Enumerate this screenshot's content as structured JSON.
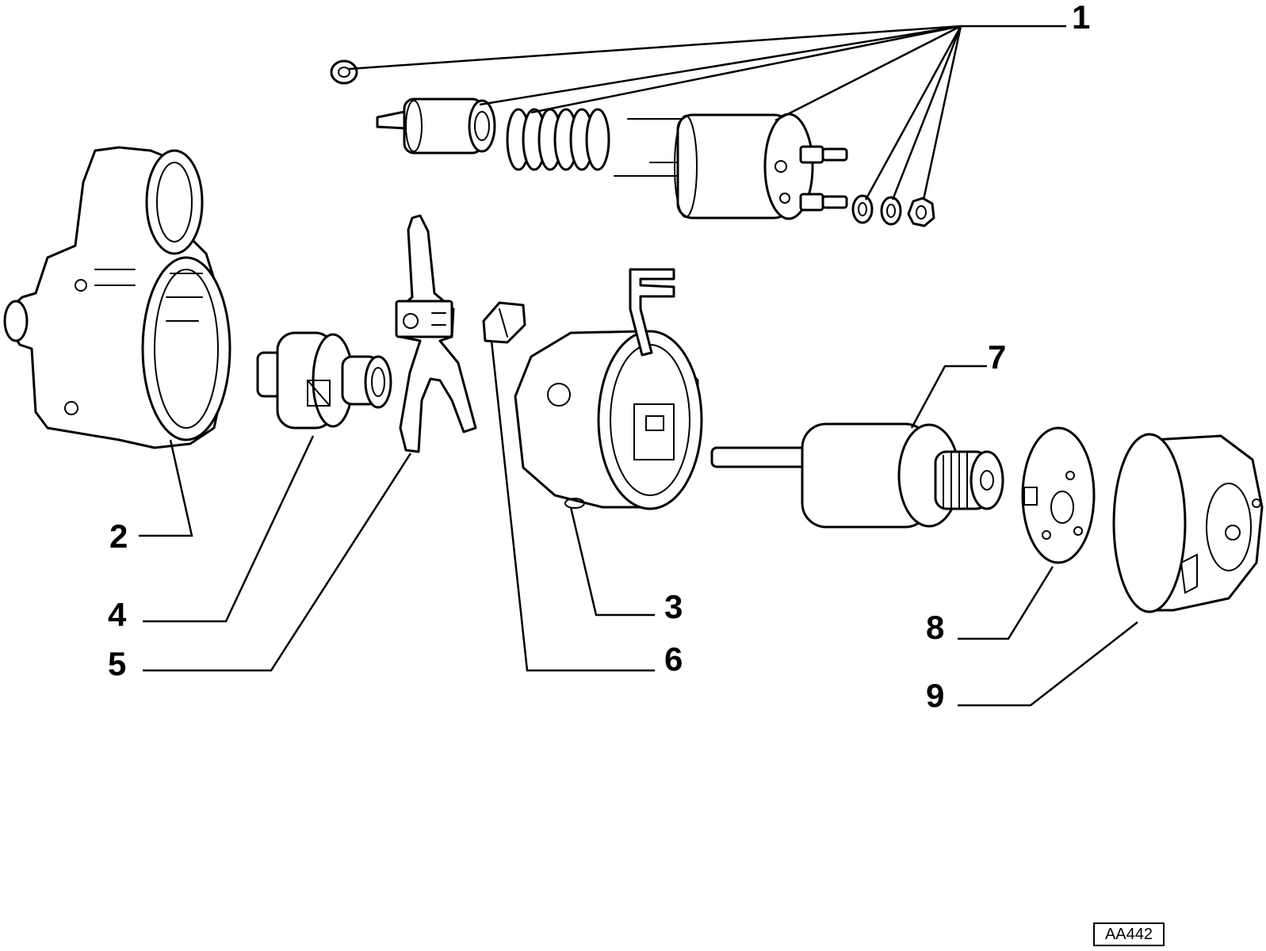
{
  "callouts": {
    "c1": "1",
    "c2": "2",
    "c3": "3",
    "c4": "4",
    "c5": "5",
    "c6": "6",
    "c7": "7",
    "c8": "8",
    "c9": "9"
  },
  "reference_code": "AA442"
}
